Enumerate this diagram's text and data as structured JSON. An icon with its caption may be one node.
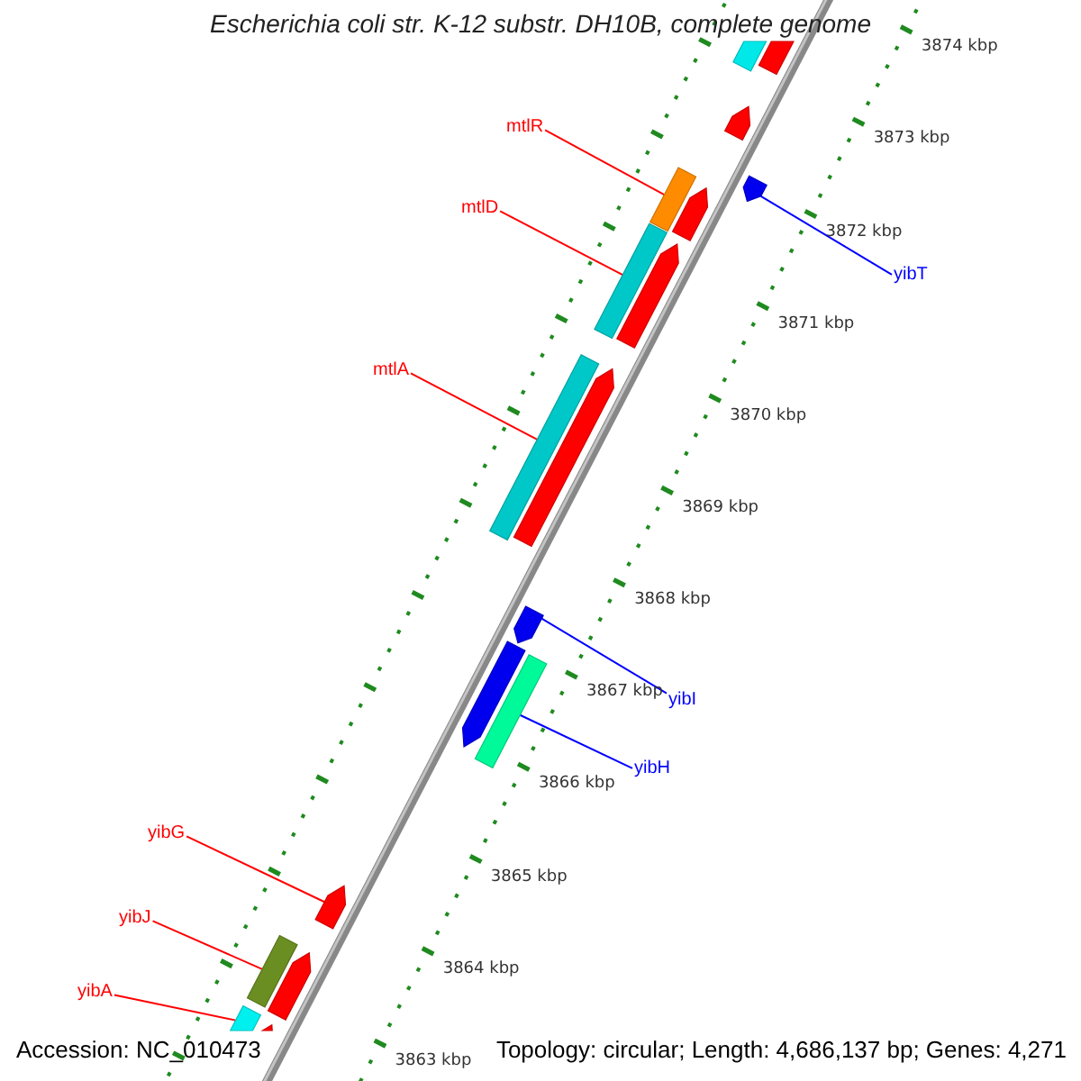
{
  "diagram": {
    "title": "Escherichia coli str. K-12 substr. DH10B, complete genome",
    "nodes": [
      {
        "text": [
          "mtlR"
        ]
      },
      {
        "text": [
          "mtlD"
        ]
      },
      {
        "text": [
          "yibT"
        ]
      },
      {
        "text": [
          "mtlA"
        ]
      },
      {
        "text": [
          "yibI"
        ]
      },
      {
        "text": [
          "yibH"
        ]
      },
      {
        "text": [
          "yibG"
        ]
      },
      {
        "text": [
          "yibJ"
        ]
      },
      {
        "text": [
          "yibA"
        ]
      },
      {
        "text": [],
        "shape": "bar"
      },
      {
        "text": [],
        "shape": "pentagon"
      },
      {
        "text": [],
        "shape": "pentagon"
      },
      {
        "text": [],
        "shape": "pentagon"
      },
      {
        "text": [],
        "shape": "bar"
      },
      {
        "text": [],
        "shape": "pentagon"
      },
      {
        "text": [],
        "shape": "bar"
      },
      {
        "text": [],
        "shape": "pentagon"
      },
      {
        "text": [],
        "shape": "bar"
      },
      {
        "text": [],
        "shape": "pentagon"
      },
      {
        "text": [],
        "shape": "pentagon"
      },
      {
        "text": [],
        "shape": "pentagon"
      },
      {
        "text": [],
        "shape": "bar"
      },
      {
        "text": [],
        "shape": "pentagon"
      },
      {
        "text": [],
        "shape": "bar"
      },
      {
        "text": [],
        "shape": "pentagon"
      },
      {
        "text": [],
        "shape": "bar"
      },
      {
        "text": [],
        "shape": "pentagon"
      }
    ],
    "edges": [
      {
        "from": 0,
        "to": 13,
        "arrow": "none"
      },
      {
        "from": 1,
        "to": 15,
        "arrow": "none"
      },
      {
        "from": 2,
        "to": 12,
        "arrow": "none",
        "color": "#0000ff"
      },
      {
        "from": 3,
        "to": 17,
        "arrow": "none"
      },
      {
        "from": 4,
        "to": 19,
        "arrow": "none",
        "color": "#0000ff"
      },
      {
        "from": 5,
        "to": 21,
        "arrow": "none",
        "color": "#0000ff"
      },
      {
        "from": 6,
        "to": 22,
        "arrow": "none"
      },
      {
        "from": 7,
        "to": 23,
        "arrow": "none"
      },
      {
        "from": 8,
        "to": 25,
        "arrow": "none"
      }
    ],
    "labels": [
      "3874 kbp",
      "3873 kbp",
      "3872 kbp",
      "3871 kbp",
      "3870 kbp",
      "3869 kbp",
      "3868 kbp",
      "3867 kbp",
      "3866 kbp",
      "3865 kbp",
      "3864 kbp",
      "3863 kbp",
      "Accession: NC_010473",
      "Topology: circular; Length: 4,686,137 bp; Genes: 4,271"
    ]
  }
}
